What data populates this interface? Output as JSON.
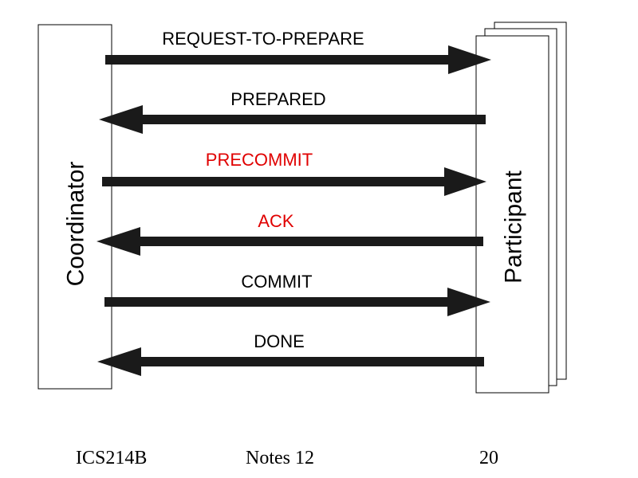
{
  "diagram": {
    "coordinator_label": "Coordinator",
    "participant_label": "Participant",
    "messages": [
      {
        "label": "REQUEST-TO-PREPARE",
        "direction": "to-participant",
        "color": "#000000"
      },
      {
        "label": "PREPARED",
        "direction": "to-coordinator",
        "color": "#000000"
      },
      {
        "label": "PRECOMMIT",
        "direction": "to-participant",
        "color": "#e00000"
      },
      {
        "label": "ACK",
        "direction": "to-coordinator",
        "color": "#e00000"
      },
      {
        "label": "COMMIT",
        "direction": "to-participant",
        "color": "#000000"
      },
      {
        "label": "DONE",
        "direction": "to-coordinator",
        "color": "#000000"
      }
    ]
  },
  "footer": {
    "course": "ICS214B",
    "notes": "Notes 12",
    "page": "20"
  }
}
